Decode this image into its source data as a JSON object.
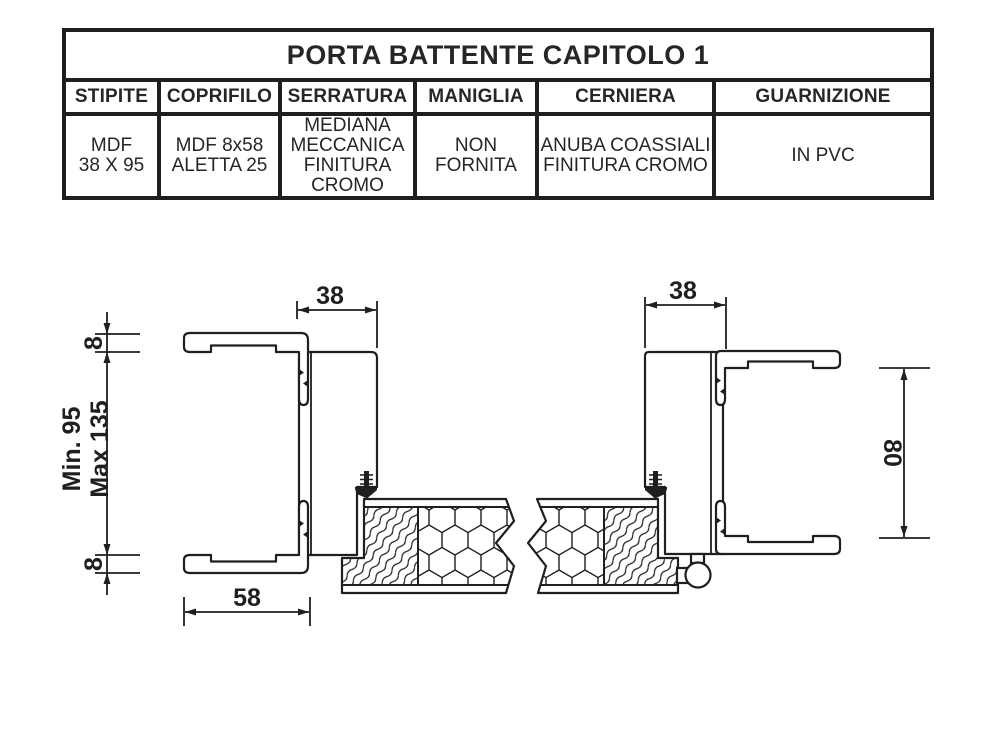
{
  "table": {
    "title": "PORTA BATTENTE CAPITOLO 1",
    "columns": [
      {
        "header": "STIPITE",
        "lines": [
          "MDF",
          "38 X 95"
        ]
      },
      {
        "header": "COPRIFILO",
        "lines": [
          "MDF 8x58",
          "ALETTA 25"
        ]
      },
      {
        "header": "SERRATURA",
        "lines": [
          "MEDIANA",
          "MECCANICA",
          "FINITURA",
          "CROMO"
        ]
      },
      {
        "header": "MANIGLIA",
        "lines": [
          "NON",
          "FORNITA"
        ]
      },
      {
        "header": "CERNIERA",
        "lines": [
          "ANUBA COASSIALI",
          "FINITURA CROMO"
        ]
      },
      {
        "header": "GUARNIZIONE",
        "lines": [
          "IN PVC"
        ]
      }
    ]
  },
  "drawing": {
    "ink": "#1f1f1f",
    "dimensions": {
      "coprifilo_width_left": "38",
      "coprifilo_width_right": "38",
      "flange_top": "8",
      "flange_bottom": "8",
      "jamb_height_min": "Min. 95",
      "jamb_height_max": "Max 135",
      "opening_right": "80",
      "arm_width_bottom": "58"
    }
  }
}
